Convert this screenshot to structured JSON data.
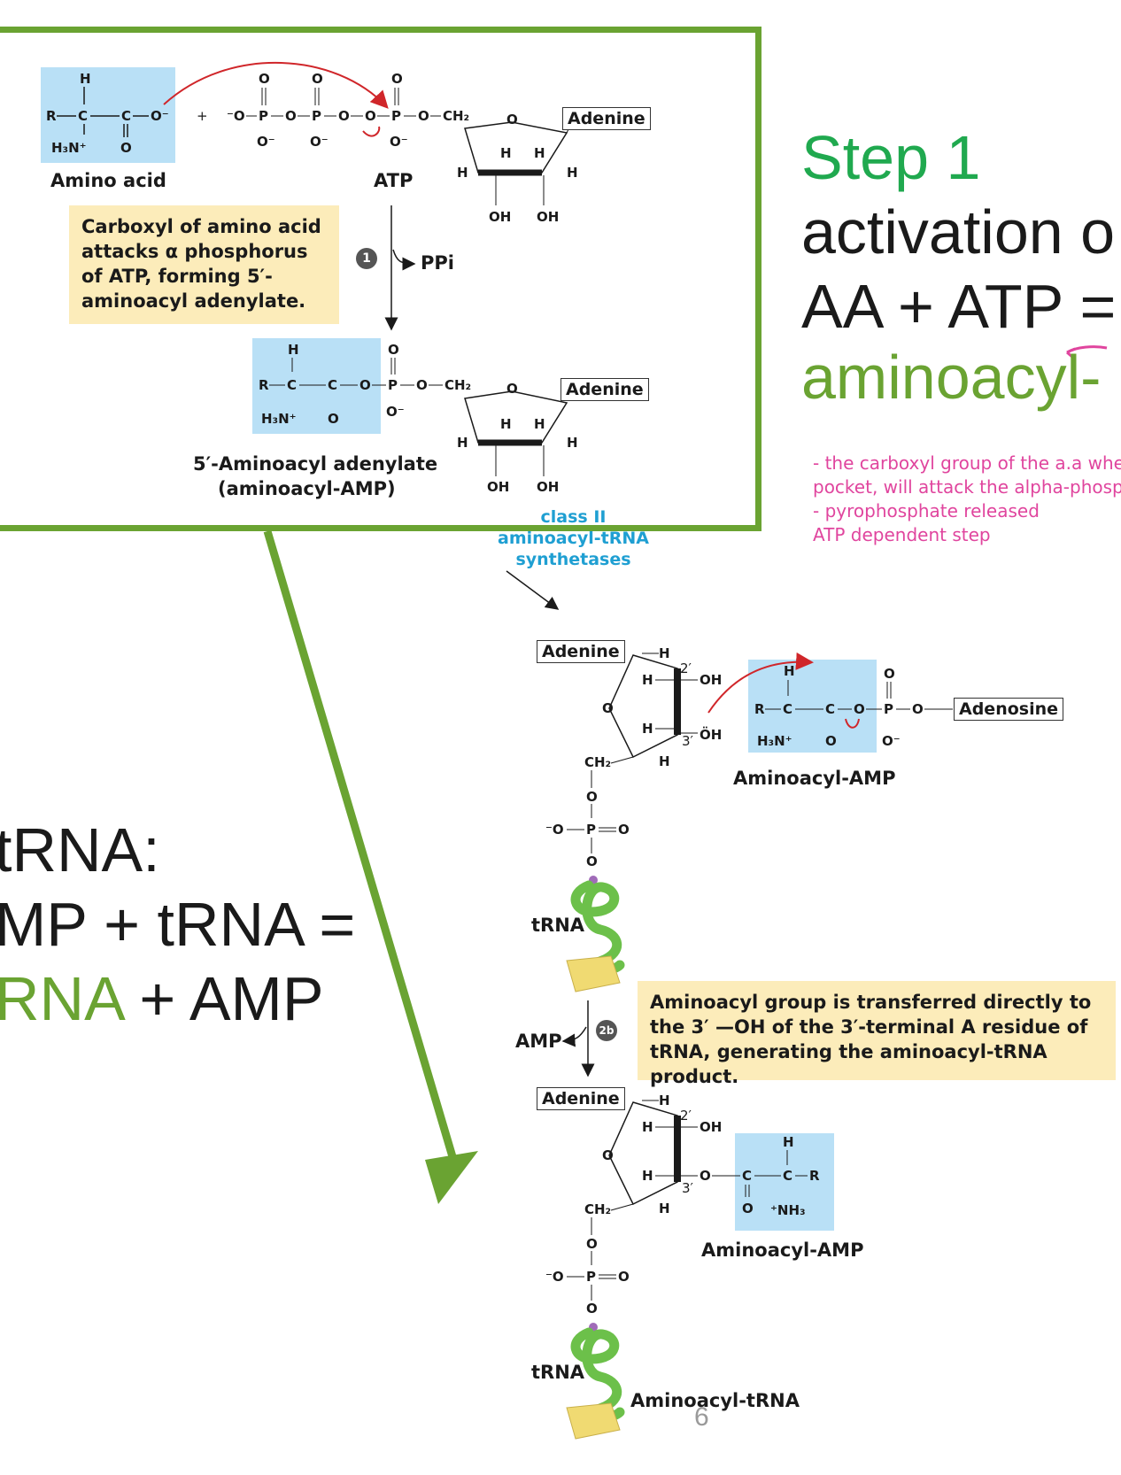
{
  "slide": {
    "step_title": "Step 1",
    "step_line2": "activation o",
    "step_line3": "AA + ATP =",
    "step_line4": "aminoacyl-",
    "left_line1": "tRNA:",
    "left_line2": "MP + tRNA =",
    "left_line3_green": "RNA",
    "left_line3_rest": " + AMP",
    "page_number": "6"
  },
  "notes": [
    "- the carboxyl group of the a.a whe",
    "pocket, will attack the alpha-phosp",
    "- pyrophosphate released",
    "ATP dependent step"
  ],
  "diagram": {
    "amino_acid_label": "Amino acid",
    "atp_label": "ATP",
    "adenine_label": "Adenine",
    "adenosine_label": "Adenosine",
    "step1_caption": "Carboxyl of amino acid attacks α phosphorus of ATP, forming 5′-aminoacyl adenylate.",
    "step1_number": "1",
    "ppi_label": "PPi",
    "adenylate_label_line1": "5′-Aminoacyl adenylate",
    "adenylate_label_line2": "(aminoacyl-AMP)",
    "synthetase_line1": "class II",
    "synthetase_line2": "aminoacyl-tRNA",
    "synthetase_line3": "synthetases",
    "aminoacyl_amp_label": "Aminoacyl-AMP",
    "trna_label": "tRNA",
    "step2b_caption": "Aminoacyl group is transferred directly to the 3′ —OH of the 3′-terminal A residue of tRNA, generating the aminoacyl-tRNA product.",
    "step2b_number": "2b",
    "amp_label": "AMP",
    "aminoacyl_amp_label_2": "Aminoacyl-AMP",
    "aminoacyl_trna_label": "Aminoacyl-tRNA"
  },
  "colors": {
    "frame_green": "#6aa332",
    "title_green": "#20a94f",
    "note_pink": "#e0459e",
    "highlight_blue": "#b9e0f6",
    "caption_yellow": "#fcecba",
    "arrow_red": "#d0262a"
  }
}
